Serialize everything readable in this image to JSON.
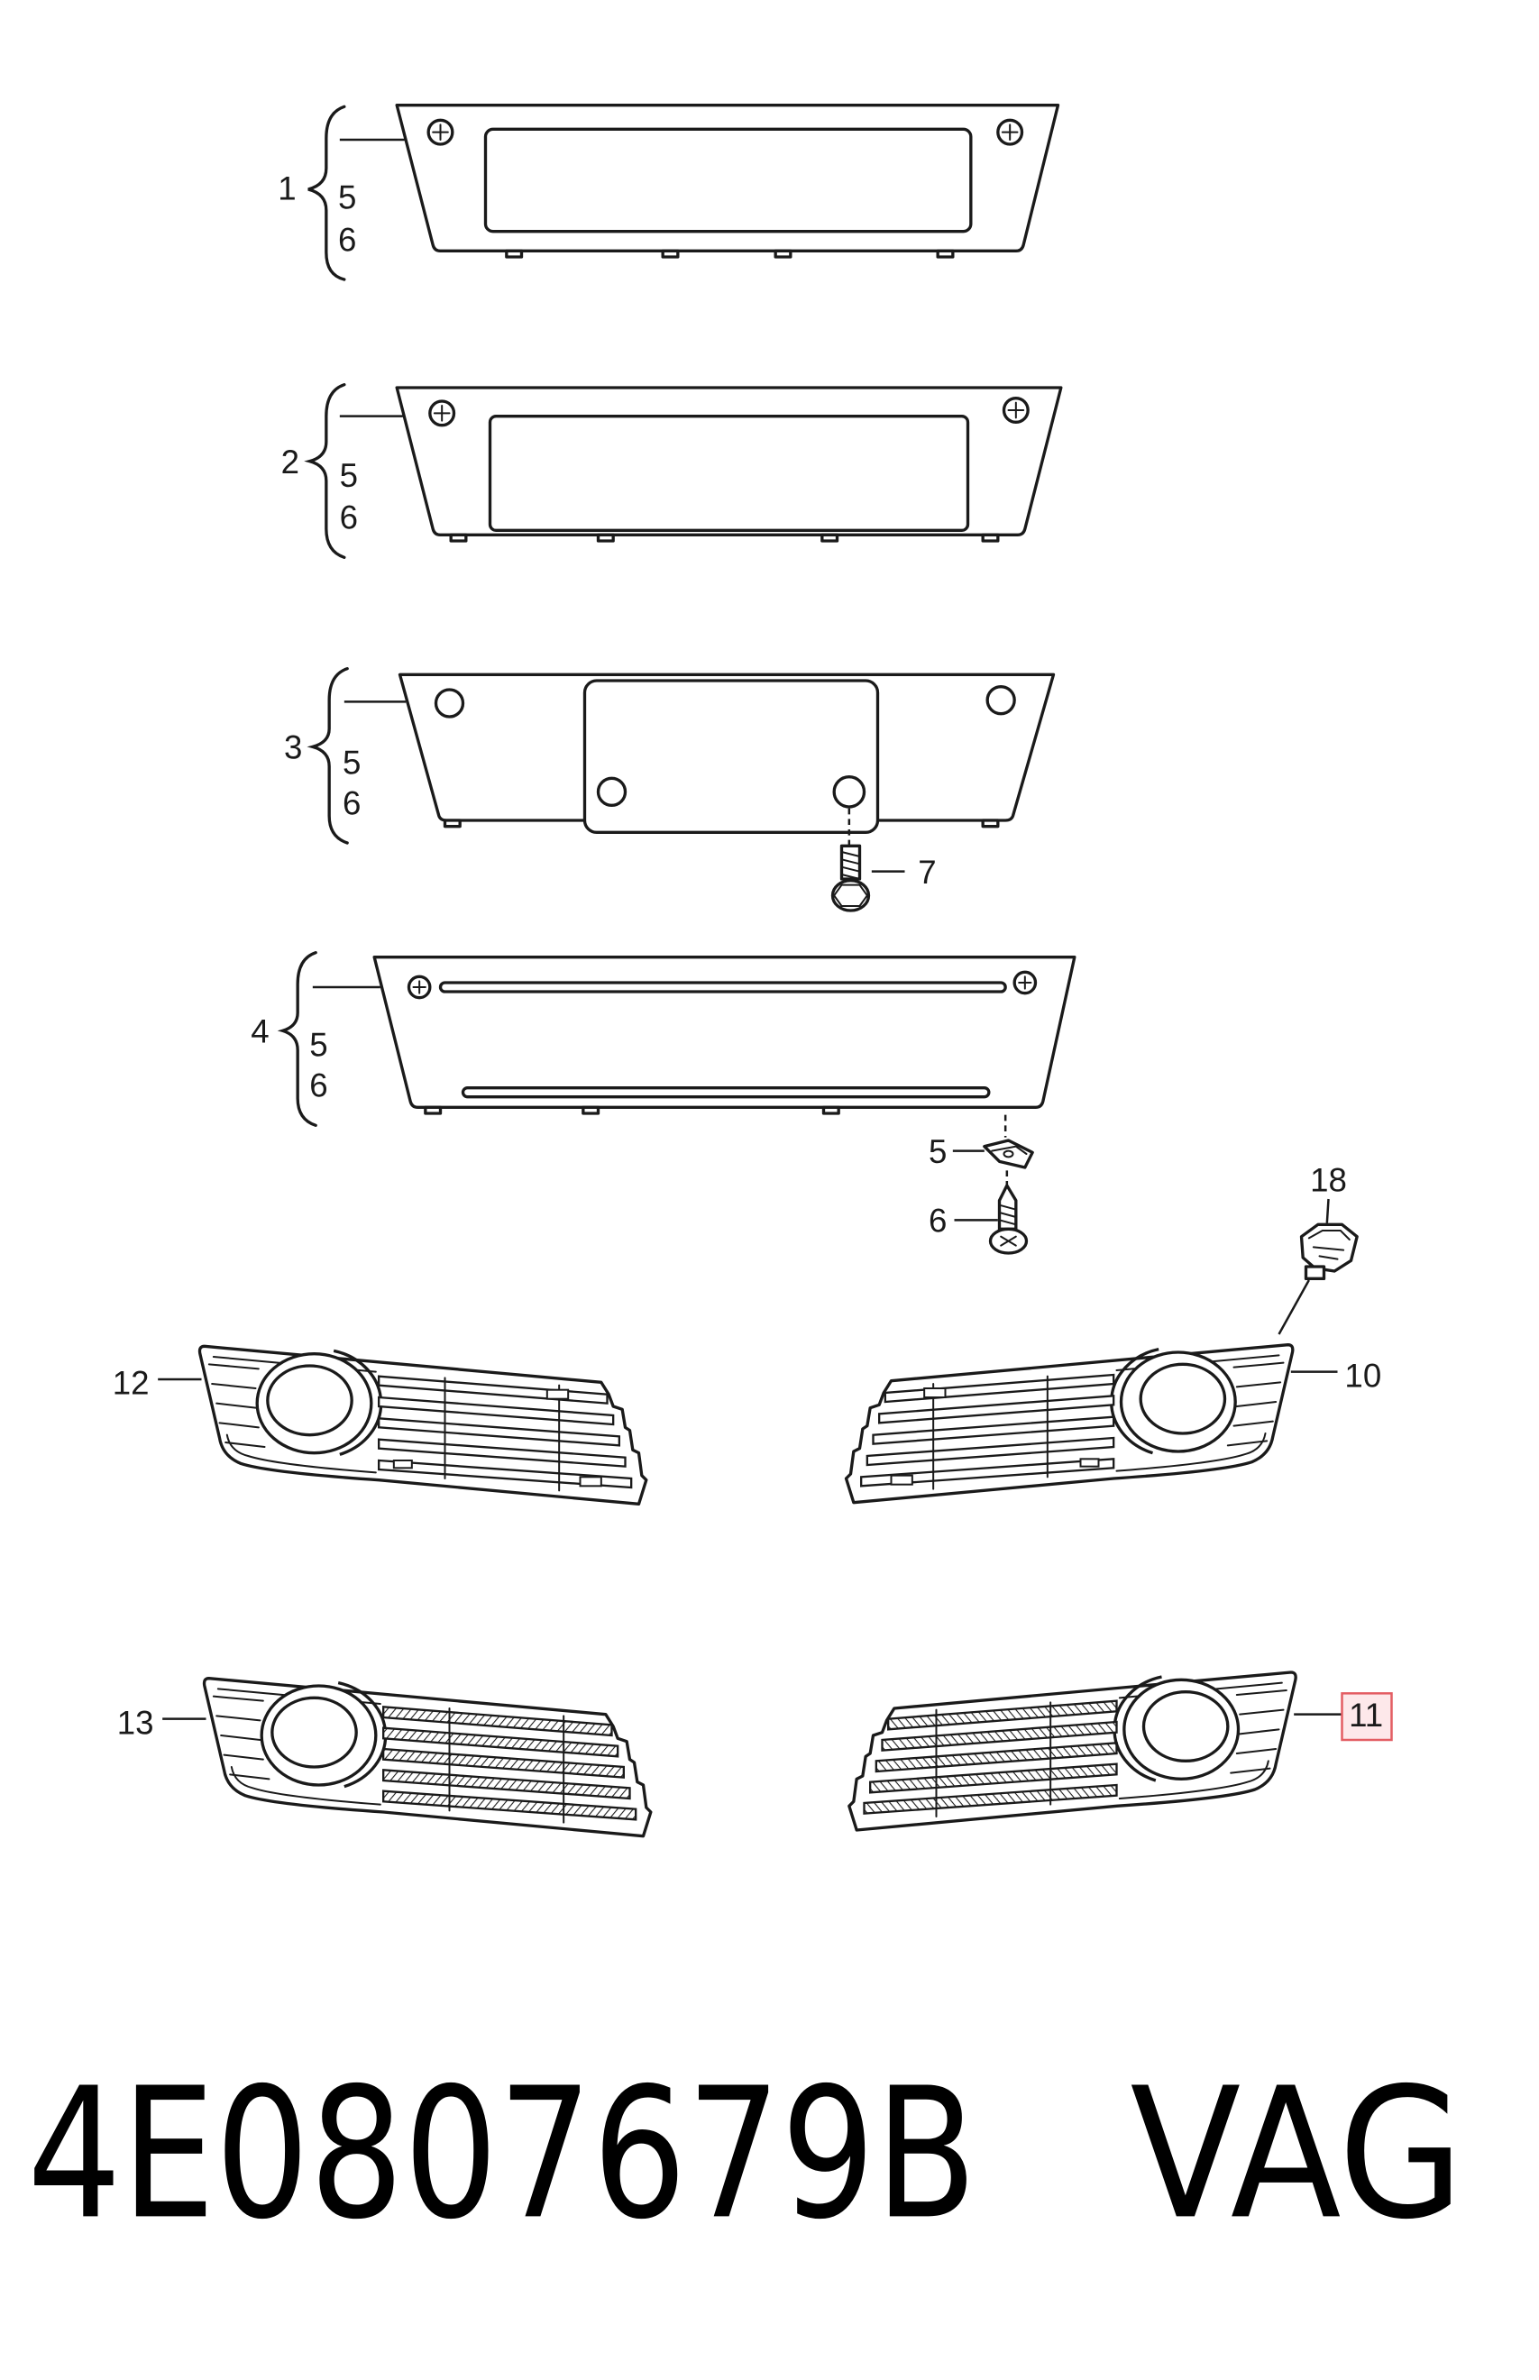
{
  "diagram": {
    "plates": [
      {
        "callout": "1",
        "sub_callouts": [
          "5",
          "6"
        ]
      },
      {
        "callout": "2",
        "sub_callouts": [
          "5",
          "6"
        ]
      },
      {
        "callout": "3",
        "sub_callouts": [
          "5",
          "6"
        ]
      },
      {
        "callout": "4",
        "sub_callouts": [
          "5",
          "6"
        ]
      }
    ],
    "fasteners": {
      "bolt": "7",
      "clip": "5",
      "screw": "6",
      "bracket": "18"
    },
    "grilles": {
      "upper_left": "12",
      "upper_right": "10",
      "lower_left": "13",
      "lower_right": "11"
    }
  },
  "colors": {
    "line": "#1a1a1a",
    "background": "#ffffff",
    "highlight_border": "#e35d63",
    "highlight_fill": "#fde8ea"
  },
  "footer": {
    "part_number": "4E0807679B",
    "brand": "VAG"
  }
}
